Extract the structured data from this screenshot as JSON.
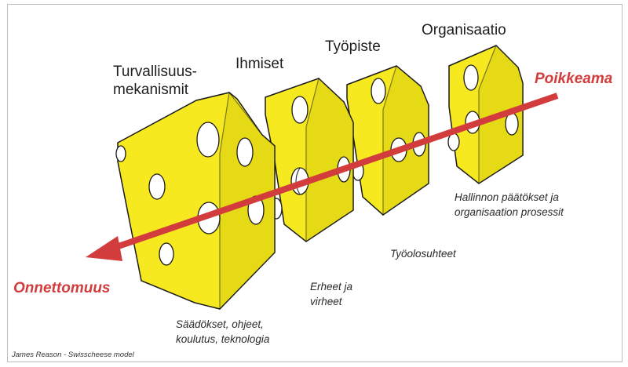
{
  "layers": [
    {
      "title": "Turvallisuus-\nmekanismit",
      "caption": "Säädökset, ohjeet,\nkoulutus, teknologia"
    },
    {
      "title": "Ihmiset",
      "caption": "Erheet ja\nvirheet"
    },
    {
      "title": "Työpiste",
      "caption": "Työolosuhteet"
    },
    {
      "title": "Organisaatio",
      "caption": "Hallinnon päätökset ja\norganisaation prosessit"
    }
  ],
  "arrow": {
    "start_label": "Poikkeama",
    "end_label": "Onnettomuus"
  },
  "credit": "James Reason - Swisscheese model",
  "colors": {
    "cheese": "#f6e91f",
    "cheese_dark": "#d9cc10",
    "hole": "#ffffff",
    "outline": "#1a1a1a",
    "arrow": "#d23c3c"
  }
}
